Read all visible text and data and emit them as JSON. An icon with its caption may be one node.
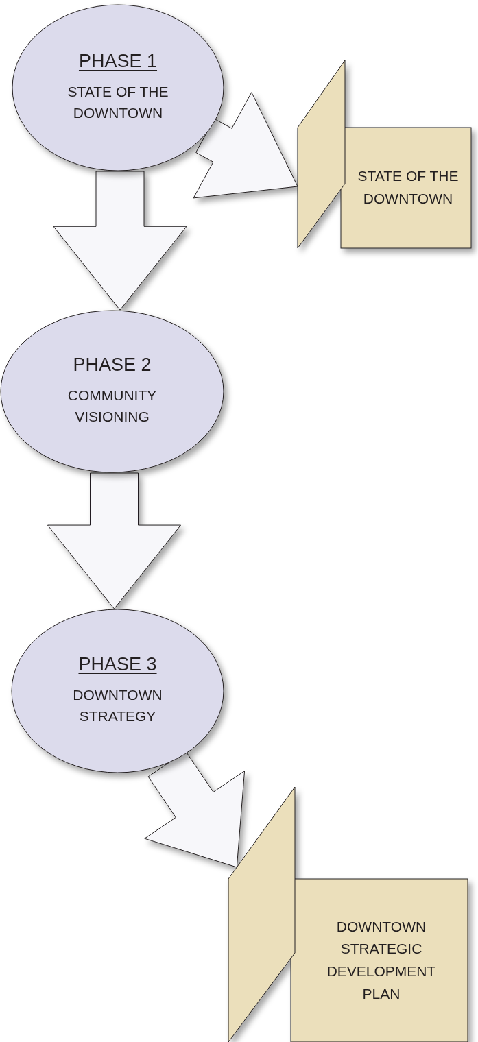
{
  "diagram": {
    "nodes": [
      {
        "text": [
          "PHASE 1",
          "STATE OF THE DOWNTOWN"
        ]
      },
      {
        "text": [
          "STATE OF THE DOWNTOWN"
        ]
      },
      {
        "text": [
          "PHASE 2",
          "COMMUNITY VISIONING"
        ]
      },
      {
        "text": [
          "PHASE 3",
          "DOWNTOWN STRATEGY"
        ]
      },
      {
        "text": [
          "DOWNTOWN STRATEGIC DEVELOPMENT PLAN"
        ]
      }
    ],
    "edges": [
      {
        "from": 0,
        "to": 1,
        "arrow": "to"
      },
      {
        "from": 0,
        "to": 2,
        "arrow": "to"
      },
      {
        "from": 2,
        "to": 3,
        "arrow": "to"
      },
      {
        "from": 3,
        "to": 4,
        "arrow": "to"
      }
    ]
  }
}
